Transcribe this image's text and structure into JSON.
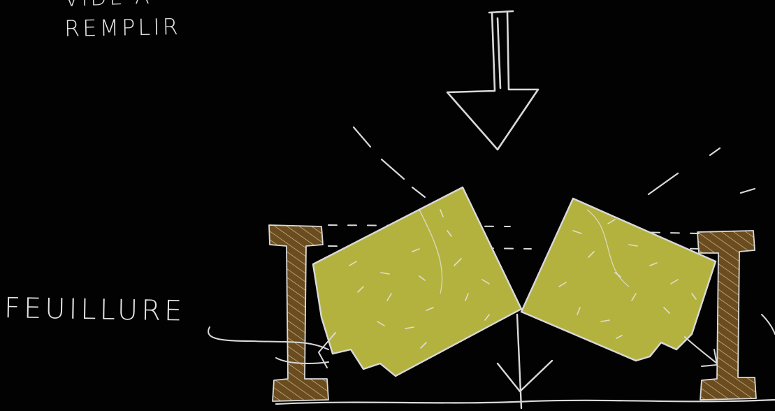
{
  "labels": {
    "top_line_1": "VIDE À",
    "top_line_2": "REMPLIR",
    "rebate": "FEUILLURE"
  },
  "colors": {
    "background": "#020202",
    "panel_fill": "#b3b23f",
    "frame_fill": "#6b4c1e",
    "chalk_line": "#d9d9d9"
  },
  "icons": {
    "load_arrow": "down-arrow-icon",
    "support_arrow": "down-arrow-icon"
  }
}
